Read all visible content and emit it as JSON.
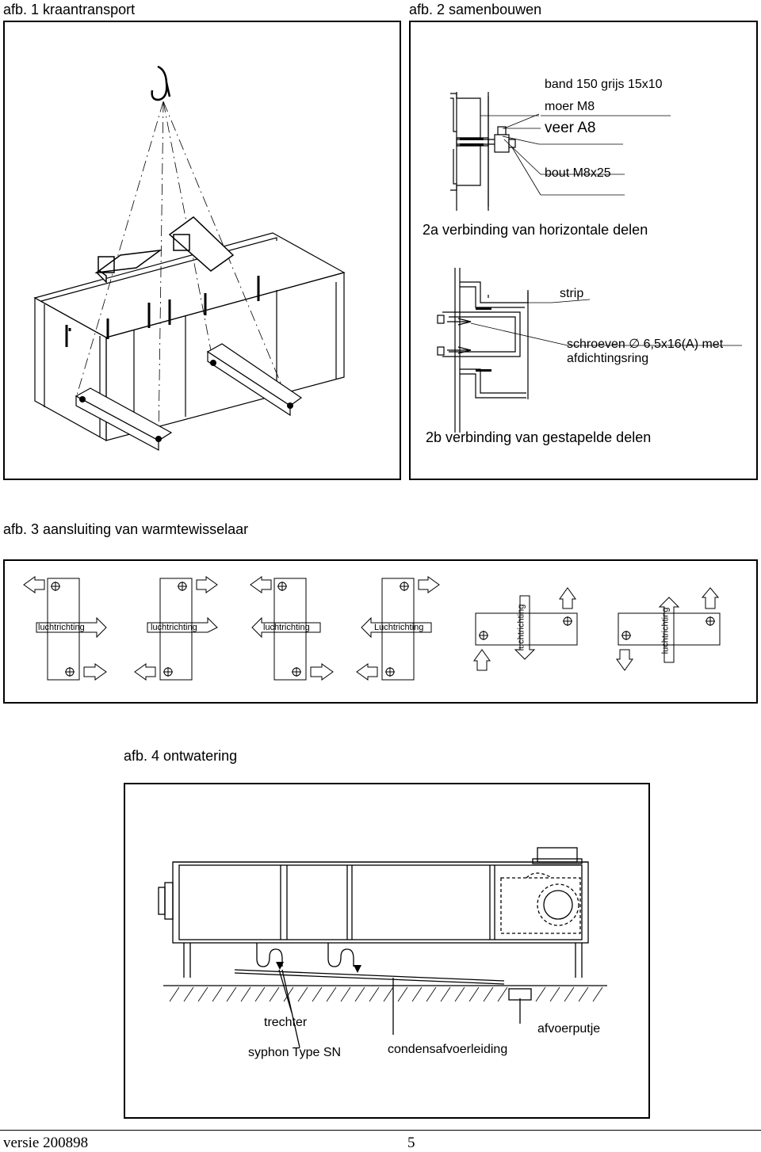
{
  "captions": {
    "fig1": "afb. 1 kraantransport",
    "fig2": "afb. 2 samenbouwen",
    "fig3": "afb. 3 aansluiting van warmtewisselaar",
    "fig4": "afb. 4 ontwatering"
  },
  "fig2a": {
    "label_band": "band 150 grijs 15x10",
    "label_moer": "moer M8",
    "label_veer": "veer A8",
    "label_bout": "bout M8x25",
    "subcaption": "2a  verbinding van horizontale delen"
  },
  "fig2b": {
    "label_strip": "strip",
    "label_schroeven": "schroeven ∅ 6,5x16(A) met",
    "label_afdichting": "afdichtingsring",
    "subcaption": "2b  verbinding van gestapelde delen"
  },
  "fig3": {
    "arrow_labels": [
      "luchtrichting",
      "luchtrichting",
      "luchtrichting",
      "Luchtrichting",
      "luchtrichting",
      "luchtrichting"
    ]
  },
  "fig4": {
    "label_trechter": "trechter",
    "label_afvoerputje": "afvoerputje",
    "label_syphon": "syphon Type SN",
    "label_condens": "condensafvoerleiding"
  },
  "footer": {
    "version": "versie 200898",
    "page": "5"
  }
}
